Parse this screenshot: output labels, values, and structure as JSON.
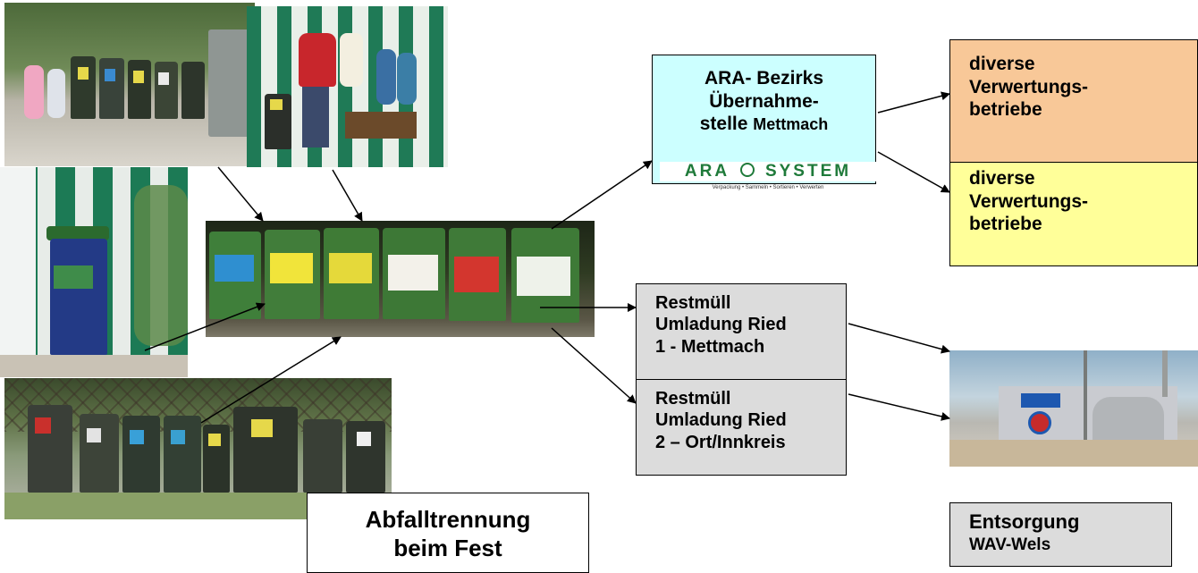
{
  "nodes": {
    "ara": {
      "line1": "ARA- Bezirks",
      "line2": "Übernahme-",
      "line3a": "stelle ",
      "line3b": "Mettmach",
      "logo": "ARA",
      "logo2": "SYSTEM",
      "tagline": "Verpackung • Sammeln • Sortieren • Verwerten"
    },
    "verwertung1": {
      "line1": "diverse",
      "line2": "Verwertungs-",
      "line3": "betriebe"
    },
    "verwertung2": {
      "line1": "diverse",
      "line2": "Verwertungs-",
      "line3": "betriebe"
    },
    "restmuell1": {
      "line1": "Restmüll",
      "line2": "Umladung Ried",
      "line3": "1 - Mettmach"
    },
    "restmuell2": {
      "line1": "Restmüll",
      "line2": "Umladung Ried",
      "line3": "2 – Ort/Innkreis"
    },
    "fest": {
      "line1": "Abfalltrennung",
      "line2": "beim Fest"
    },
    "entsorgung": {
      "line1": "Entsorgung",
      "line2": "WAV-Wels"
    }
  },
  "colors": {
    "ara_fill": "#ccffff",
    "verwertung1_fill": "#f8c898",
    "verwertung2_fill": "#ffff99",
    "restmuell_fill": "#dcdcdc",
    "entsorgung_fill": "#dcdcdc",
    "logo_green": "#1f7a3a"
  },
  "photos": {
    "kids": "children-at-bins-photo",
    "tent": "people-at-tent-bins-photo",
    "wheelie": "blue-wheelie-bin-photo",
    "row": "bin-row-fence-photo",
    "bins": "green-sorting-bins-photo",
    "plant": "wav-wels-plant-photo"
  }
}
